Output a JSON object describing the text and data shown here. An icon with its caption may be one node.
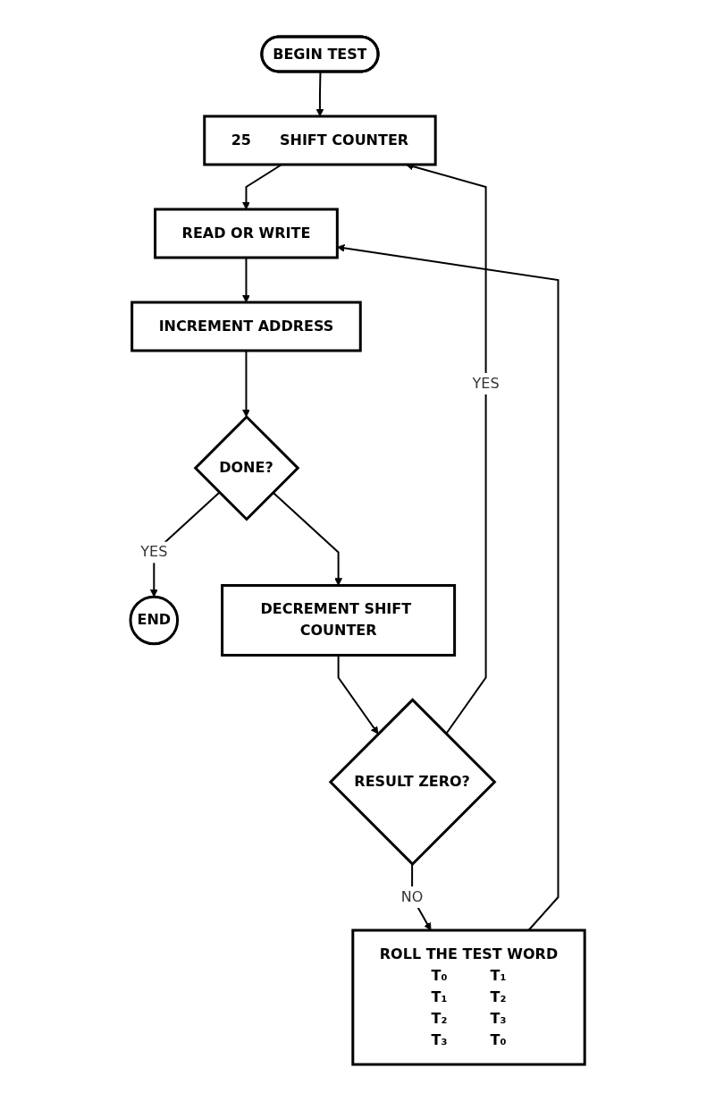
{
  "diagram": {
    "nodes": [
      {
        "text": [
          "BEGIN TEST"
        ]
      },
      {
        "text": [
          "25",
          "SHIFT COUNTER"
        ]
      },
      {
        "text": [
          "ROLL THE TEST WORD",
          "T₀",
          "T₁",
          "T₁",
          "T₂",
          "T₂",
          "T₃",
          "T₃",
          "T₀"
        ]
      },
      {
        "text": [
          "READ OR WRITE"
        ]
      },
      {
        "text": [
          "INCREMENT ADDRESS"
        ]
      },
      {
        "text": [
          "DONE?"
        ]
      },
      {
        "text": [
          "END"
        ]
      },
      {
        "text": [
          "DECREMENT SHIFT COUNTER"
        ]
      },
      {
        "text": [
          "RESULT ZERO?"
        ]
      }
    ],
    "edges": [
      {
        "from": 0,
        "to": 1,
        "arrow": "to"
      },
      {
        "from": 1,
        "to": 3,
        "arrow": "to"
      },
      {
        "from": 2,
        "to": 3,
        "arrow": "to"
      },
      {
        "from": 3,
        "to": 4,
        "arrow": "to"
      },
      {
        "from": 4,
        "to": 5,
        "arrow": "to"
      },
      {
        "from": 5,
        "to": 6,
        "label": "YES",
        "arrow": "to"
      },
      {
        "from": 5,
        "to": 7,
        "arrow": "to"
      },
      {
        "from": 7,
        "to": 8,
        "arrow": "to"
      },
      {
        "from": 8,
        "to": 2,
        "label": "NO",
        "arrow": "to"
      },
      {
        "from": 8,
        "to": 1,
        "label": "YES",
        "arrow": "to"
      }
    ]
  }
}
